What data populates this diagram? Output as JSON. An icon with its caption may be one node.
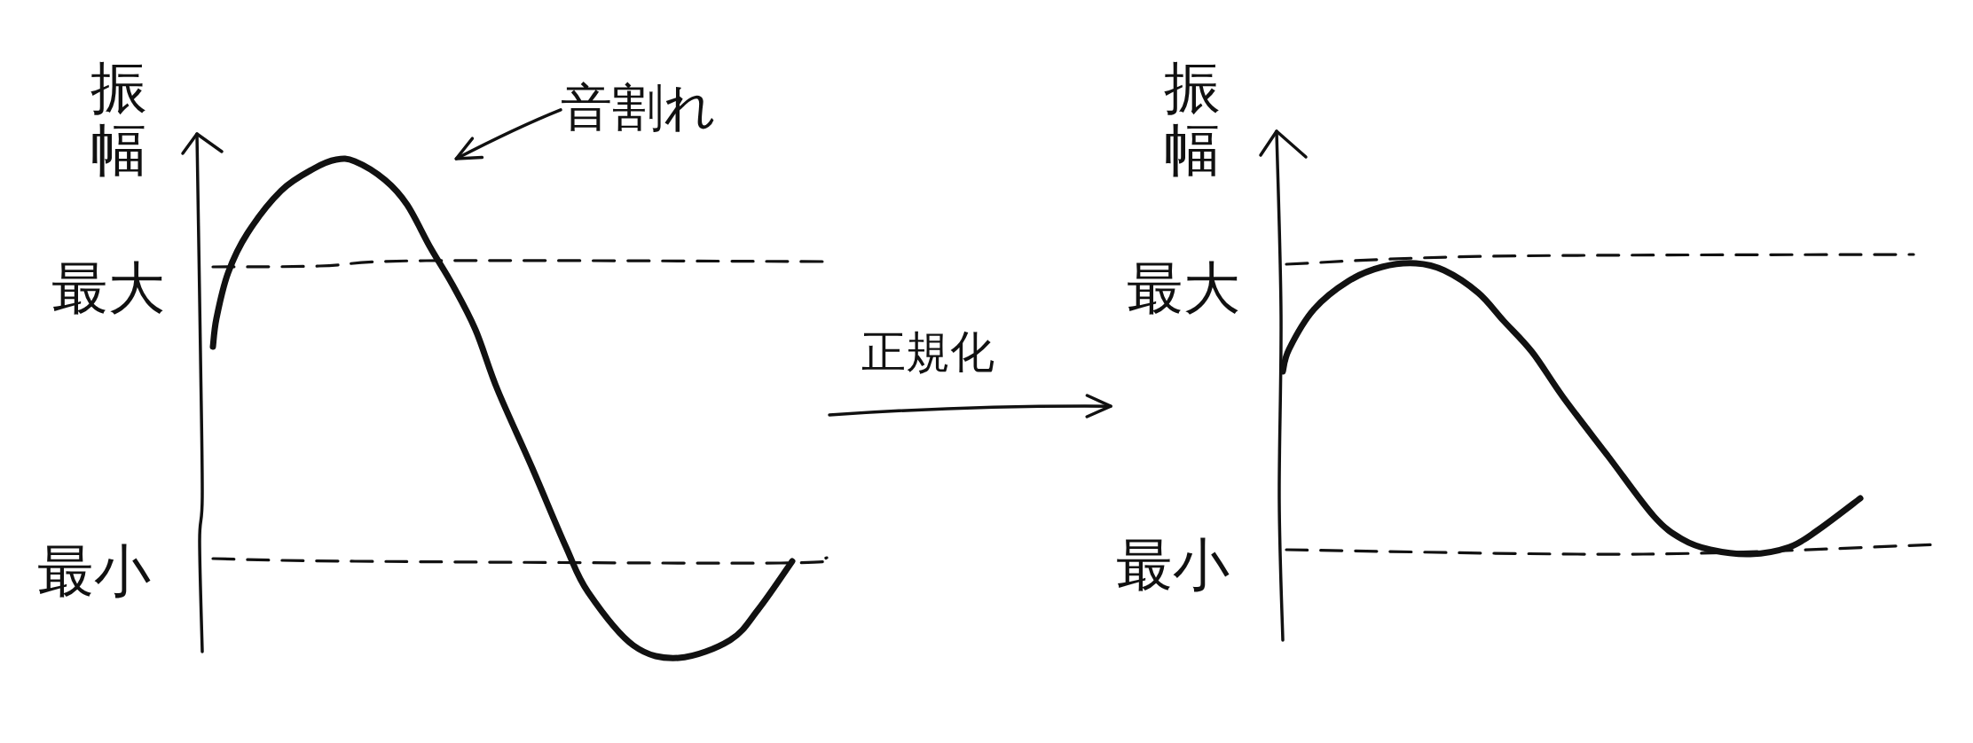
{
  "diagram": {
    "nodes": [
      {
        "text": [
          "振幅",
          "最大",
          "最小"
        ]
      },
      {
        "text": [],
        "shape": "curve",
        "in": 0
      },
      {
        "text": [
          "音割れ"
        ],
        "in": 0
      },
      {
        "text": [
          "振幅",
          "最大",
          "最小"
        ]
      }
    ],
    "edges": [
      {
        "from": 0,
        "to": 3,
        "arrow": "to",
        "label": "正規化"
      },
      {
        "from": 2,
        "to": 1,
        "arrow": "to"
      }
    ]
  }
}
